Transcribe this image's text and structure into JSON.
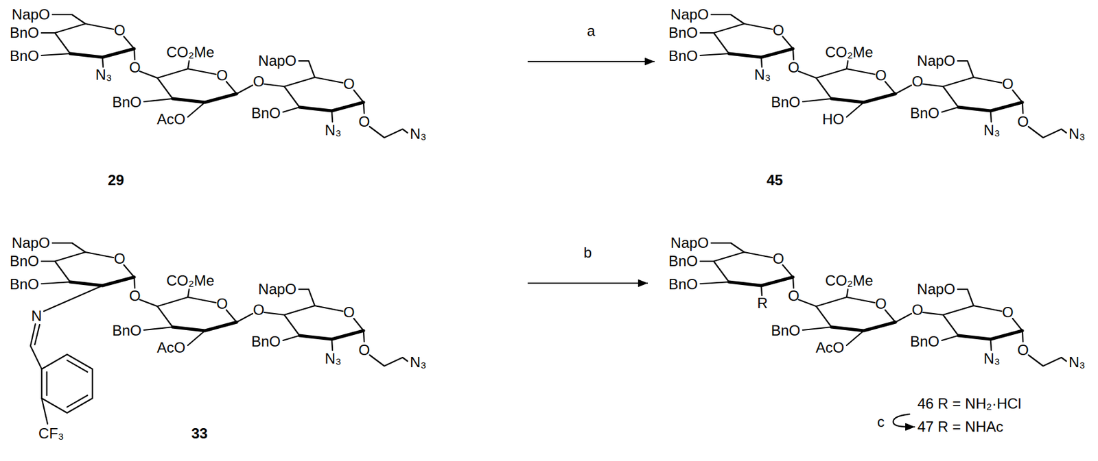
{
  "diagram": {
    "nodes": [
      {
        "text": [
          "29"
        ]
      },
      {
        "text": [
          "45"
        ]
      },
      {
        "text": [
          "33"
        ]
      },
      {
        "text": [
          "46 R = NH₂·HCl"
        ]
      },
      {
        "text": [
          "47 R = NHAc"
        ]
      }
    ],
    "edges": [
      {
        "from": 0,
        "to": 1,
        "arrow": "to",
        "label": "a"
      },
      {
        "from": 2,
        "to": 3,
        "arrow": "to",
        "label": "b"
      },
      {
        "from": 3,
        "to": 4,
        "arrow": "to",
        "label": "c"
      }
    ],
    "labels": [
      "NapO",
      "BnO",
      "BnO",
      "O",
      "N₃",
      "O",
      "CO₂Me",
      "O",
      "BnO",
      "AcO",
      "O",
      "NapO",
      "O",
      "BnO",
      "N₃",
      "O",
      "N₃",
      "NapO",
      "BnO",
      "BnO",
      "O",
      "N₃",
      "O",
      "CO₂Me",
      "O",
      "BnO",
      "HO",
      "O",
      "NapO",
      "O",
      "BnO",
      "N₃",
      "O",
      "N₃",
      "NapO",
      "BnO",
      "BnO",
      "O",
      "N",
      "O",
      "CO₂Me",
      "O",
      "BnO",
      "AcO",
      "O",
      "NapO",
      "O",
      "BnO",
      "N₃",
      "O",
      "N₃",
      "CF₃",
      "NapO",
      "BnO",
      "BnO",
      "O",
      "R",
      "O",
      "CO₂Me",
      "O",
      "BnO",
      "AcO",
      "O",
      "NapO",
      "O",
      "BnO",
      "N₃",
      "O",
      "N₃"
    ]
  }
}
